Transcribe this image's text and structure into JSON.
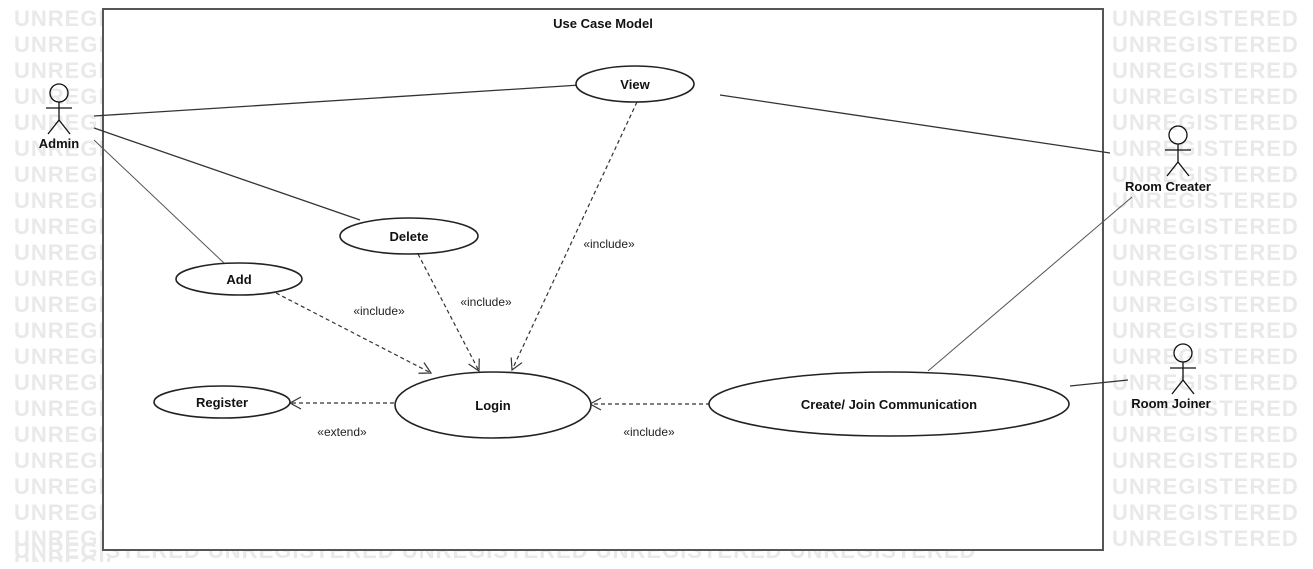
{
  "diagram": {
    "system_title": "Use Case Model",
    "actors": {
      "admin": "Admin",
      "room_creater": "Room Creater",
      "room_joiner": "Room Joiner"
    },
    "use_cases": {
      "view": "View",
      "delete": "Delete",
      "add": "Add",
      "register": "Register",
      "login": "Login",
      "create_join": "Create/ Join Communication"
    },
    "relations": {
      "view_include": "«include»",
      "delete_include": "«include»",
      "add_include": "«include»",
      "register_extend": "«extend»",
      "create_include": "«include»"
    }
  },
  "watermark": {
    "side_text": "UNREGISTERED",
    "bottom_text": "UNREGISTERED UNREGISTERED UNREGISTERED UNREGISTERED UNREGISTERED"
  }
}
